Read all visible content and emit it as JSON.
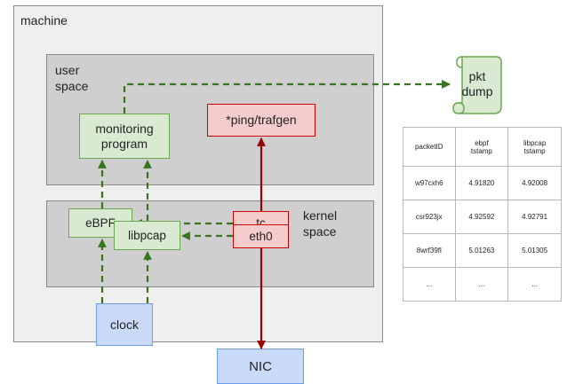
{
  "labels": {
    "machine": "machine",
    "user_space": "user\nspace",
    "kernel_space": "kernel\nspace"
  },
  "nodes": {
    "monitoring_program": "monitoring\nprogram",
    "ping_trafgen": "*ping/trafgen",
    "ebpf": "eBPF",
    "libpcap": "libpcap",
    "tc": "tc",
    "eth0": "eth0",
    "clock": "clock",
    "nic": "NIC",
    "pkt_dump": "pkt\ndump"
  },
  "table": {
    "headers": [
      "packetID",
      "ebpf\ntstamp",
      "libpcap\ntstamp"
    ],
    "rows": [
      [
        "w97cxh6",
        "4.91820",
        "4.92008"
      ],
      [
        "csr923jx",
        "4.92592",
        "4.92791"
      ],
      [
        "8wrf39fl",
        "5.01263",
        "5.01305"
      ],
      [
        "...",
        "...",
        "..."
      ]
    ]
  },
  "colors": {
    "green_fill": "#d9ead3",
    "green_border": "#6aa84f",
    "green_arrow": "#38761d",
    "red_fill": "#f4cccc",
    "red_border": "#cc0000",
    "red_arrow": "#990000",
    "blue_fill": "#c9daf8",
    "blue_border": "#6d9eeb",
    "region_fill": "#cfcfcf",
    "machine_fill": "#efefef"
  }
}
